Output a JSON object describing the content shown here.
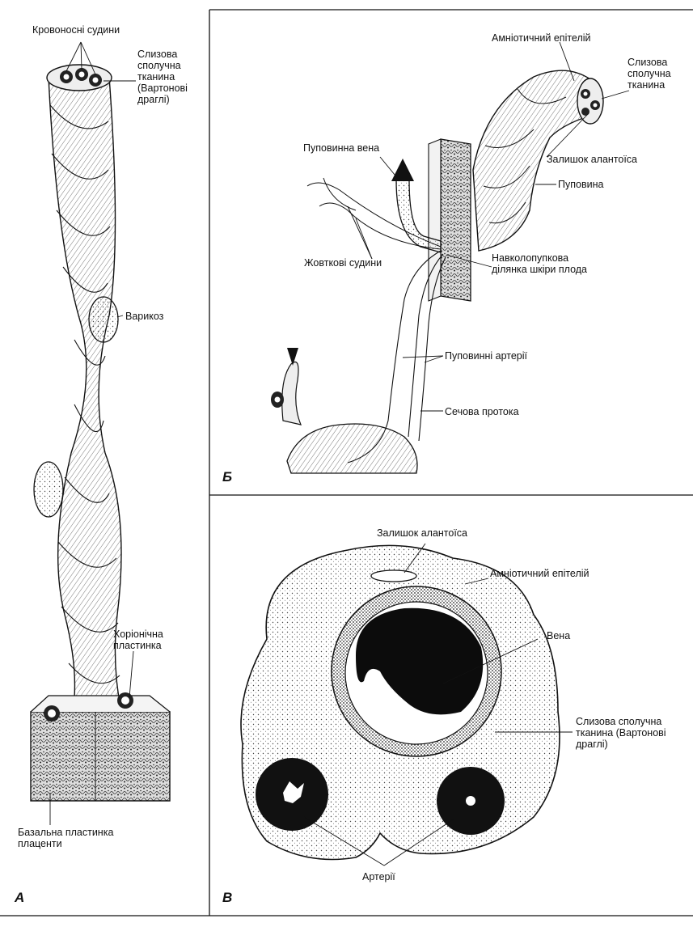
{
  "panel_a": {
    "letter": "А",
    "labels": {
      "blood_vessels": "Кровоносні судини",
      "mucous_tissue": "Слизова\nсполучна\nтканина\n(Вартонові\nдраглі)",
      "varicose": "Варикоз",
      "chorionic_plate": "Хоріонічна\nпластинка",
      "basal_plate": "Базальна пластинка\nплаценти"
    }
  },
  "panel_b": {
    "letter": "Б",
    "labels": {
      "amniotic_epithelium": "Амніотичний епітелій",
      "mucous_tissue": "Слизова\nсполучна\nтканина",
      "allantois_remnant": "Залишок алантоїса",
      "umbilical_cord": "Пуповина",
      "umbilical_vein": "Пуповинна вена",
      "vitelline_vessels": "Жовткові судини",
      "periumbilical_skin": "Навколопупкова\nділянка шкіри плода",
      "umbilical_arteries": "Пуповинні артерії",
      "urachus": "Сечова протока"
    }
  },
  "panel_c": {
    "letter": "В",
    "labels": {
      "allantois_remnant": "Залишок алантоїса",
      "amniotic_epithelium": "Амніотичний епітелій",
      "vein": "Вена",
      "mucous_tissue": "Слизова сполучна\nтканина (Вартонові\nдраглі)",
      "arteries": "Артерії"
    }
  }
}
